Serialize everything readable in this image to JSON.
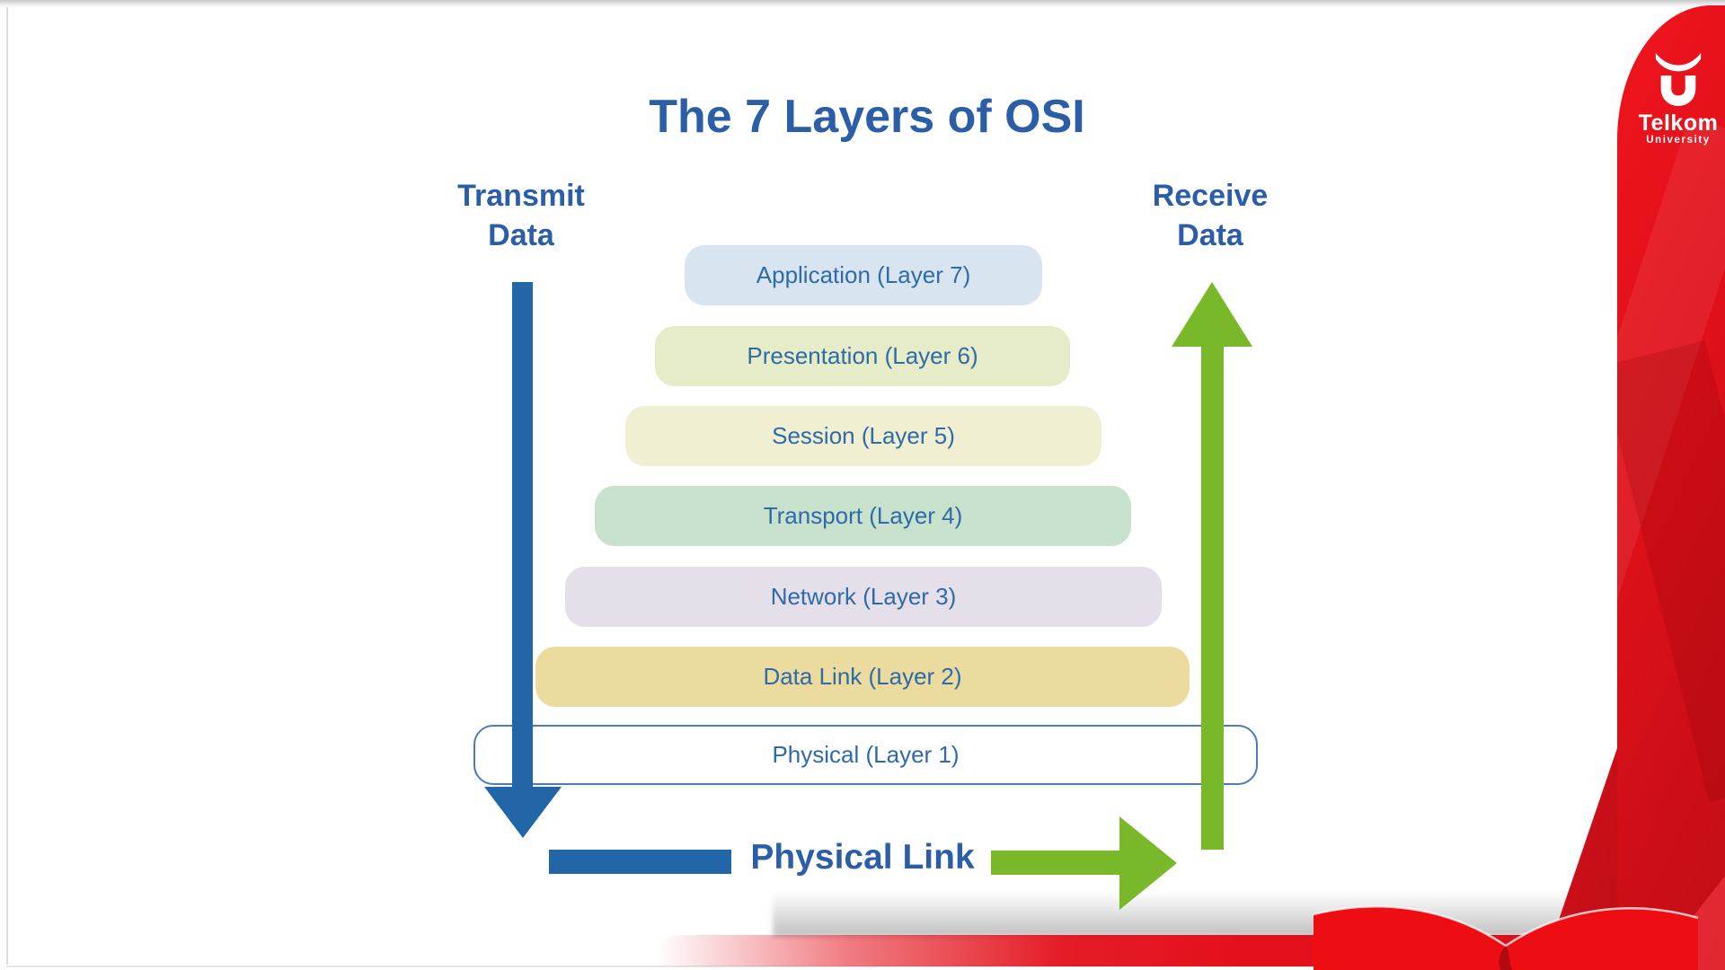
{
  "title": "The 7 Layers of OSI",
  "left_label": "Transmit\nData",
  "right_label": "Receive\nData",
  "bottom_label": "Physical Link",
  "layers": [
    {
      "label": "Application (Layer 7)",
      "color": "#D8E5F1"
    },
    {
      "label": "Presentation (Layer 6)",
      "color": "#E6ECC8"
    },
    {
      "label": "Session (Layer 5)",
      "color": "#F0EFD2"
    },
    {
      "label": "Transport (Layer 4)",
      "color": "#C8E1CD"
    },
    {
      "label": "Network (Layer 3)",
      "color": "#E4DFE9"
    },
    {
      "label": "Data Link (Layer 2)",
      "color": "#ECDB9E"
    },
    {
      "label": "Physical (Layer 1)",
      "color": "#FFFFFF",
      "border": "#4A7DB5"
    }
  ],
  "colors": {
    "heading_blue": "#2B5EA7",
    "box_text_blue": "#2E6BA8",
    "transmit_arrow_blue": "#2366A8",
    "receive_arrow_green": "#79B829",
    "brand_red": "#E3101B"
  },
  "logo": {
    "brand": "Telkom",
    "sub": "University"
  }
}
